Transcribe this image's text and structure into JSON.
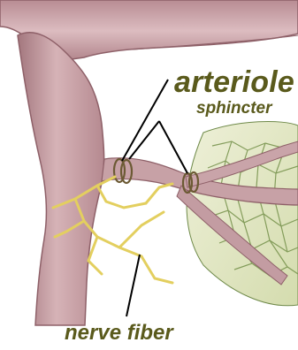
{
  "labels": {
    "arteriole": "arteriole",
    "sphincter": "sphincter",
    "nerve_fiber": "nerve fiber"
  },
  "colors": {
    "vessel": "#c9a3a8",
    "vessel_shadow": "#9e7078",
    "nerve": "#e6d56a",
    "capillary_bed": "#c8d49a",
    "label_text": "#5a5a1c",
    "leader_line": "#000000"
  }
}
